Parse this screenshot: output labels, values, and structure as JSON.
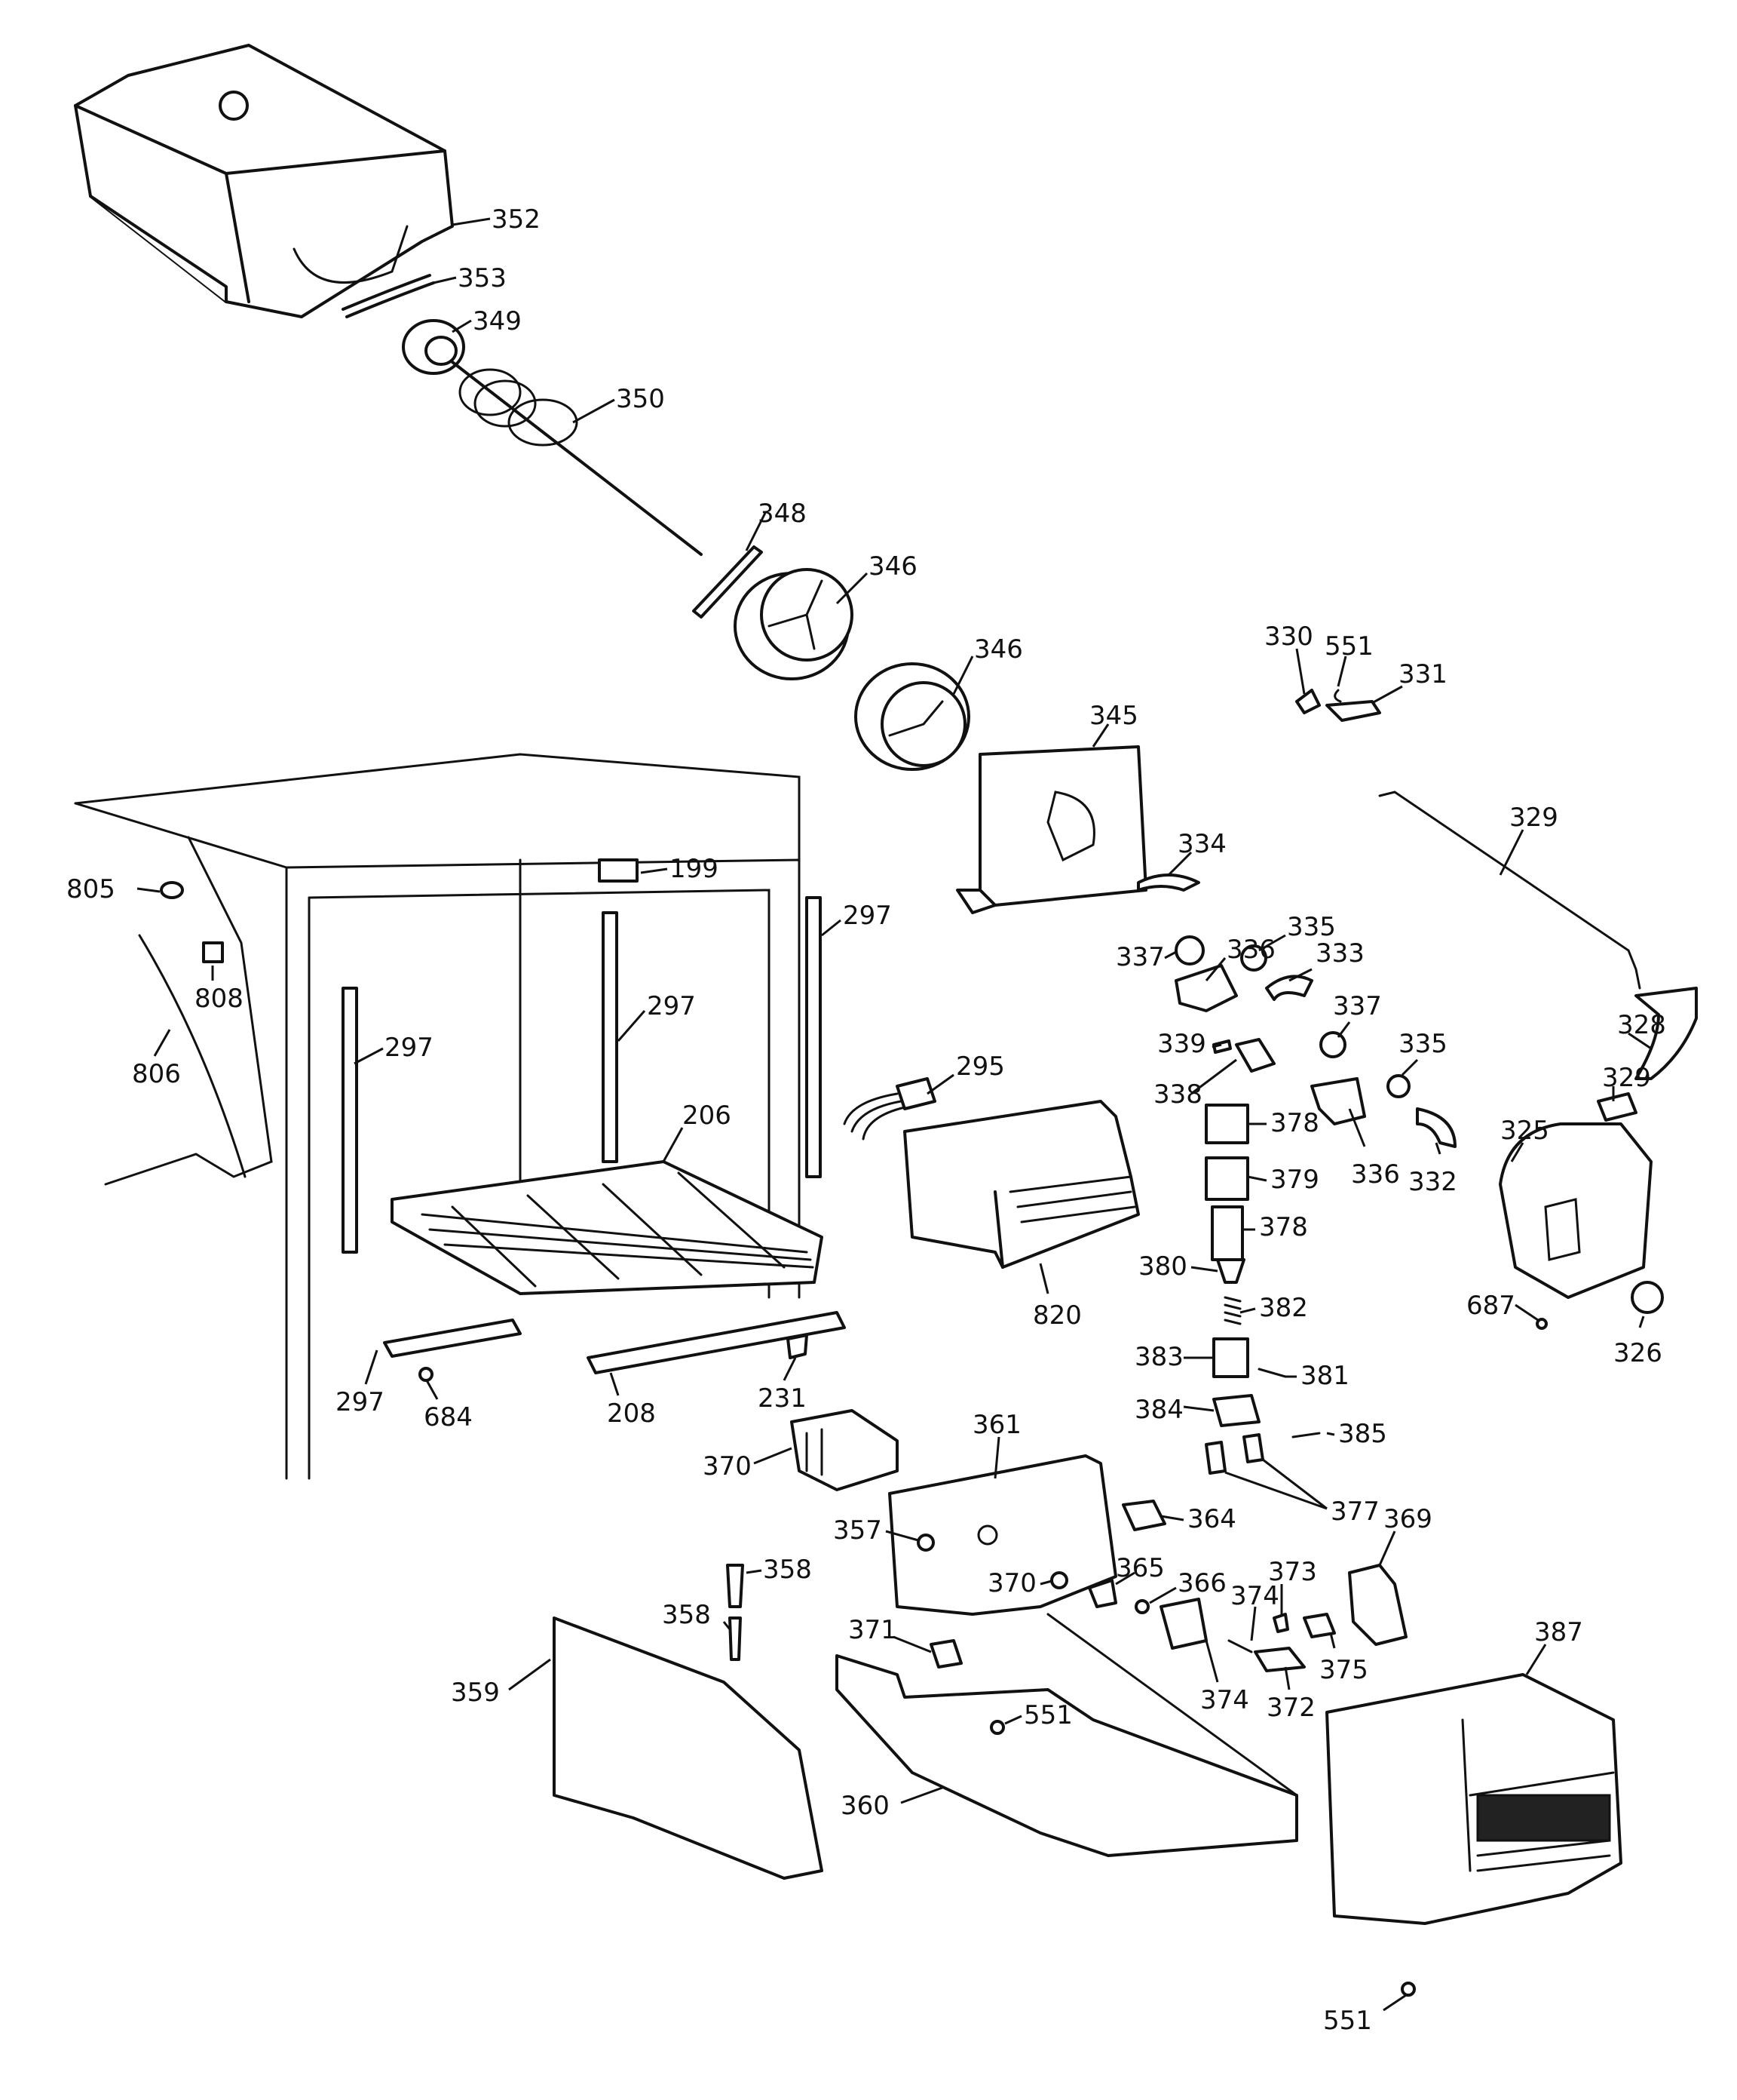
{
  "callouts": [
    {
      "id": "c352",
      "label": "352"
    },
    {
      "id": "c353",
      "label": "353"
    },
    {
      "id": "c349",
      "label": "349"
    },
    {
      "id": "c350",
      "label": "350"
    },
    {
      "id": "c348",
      "label": "348"
    },
    {
      "id": "c346a",
      "label": "346"
    },
    {
      "id": "c346b",
      "label": "346"
    },
    {
      "id": "c345",
      "label": "345"
    },
    {
      "id": "c330",
      "label": "330"
    },
    {
      "id": "c551a",
      "label": "551"
    },
    {
      "id": "c331",
      "label": "331"
    },
    {
      "id": "c329a",
      "label": "329"
    },
    {
      "id": "c334",
      "label": "334"
    },
    {
      "id": "c336a",
      "label": "336"
    },
    {
      "id": "c335a",
      "label": "335"
    },
    {
      "id": "c337a",
      "label": "337"
    },
    {
      "id": "c333",
      "label": "333"
    },
    {
      "id": "c337b",
      "label": "337"
    },
    {
      "id": "c328",
      "label": "328"
    },
    {
      "id": "c339",
      "label": "339"
    },
    {
      "id": "c338",
      "label": "338"
    },
    {
      "id": "c335b",
      "label": "335"
    },
    {
      "id": "c329b",
      "label": "329"
    },
    {
      "id": "c325",
      "label": "325"
    },
    {
      "id": "c378a",
      "label": "378"
    },
    {
      "id": "c379",
      "label": "379"
    },
    {
      "id": "c336b",
      "label": "336"
    },
    {
      "id": "c332",
      "label": "332"
    },
    {
      "id": "c378b",
      "label": "378"
    },
    {
      "id": "c380",
      "label": "380"
    },
    {
      "id": "c382",
      "label": "382"
    },
    {
      "id": "c687",
      "label": "687"
    },
    {
      "id": "c326",
      "label": "326"
    },
    {
      "id": "c383",
      "label": "383"
    },
    {
      "id": "c381",
      "label": "381"
    },
    {
      "id": "c384",
      "label": "384"
    },
    {
      "id": "c385",
      "label": "385"
    },
    {
      "id": "c377",
      "label": "377"
    },
    {
      "id": "c369",
      "label": "369"
    },
    {
      "id": "c364",
      "label": "364"
    },
    {
      "id": "c361",
      "label": "361"
    },
    {
      "id": "c370a",
      "label": "370"
    },
    {
      "id": "c357",
      "label": "357"
    },
    {
      "id": "c370b",
      "label": "370"
    },
    {
      "id": "c365",
      "label": "365"
    },
    {
      "id": "c366",
      "label": "366"
    },
    {
      "id": "c373",
      "label": "373"
    },
    {
      "id": "c374a",
      "label": "374"
    },
    {
      "id": "c375",
      "label": "375"
    },
    {
      "id": "c374b",
      "label": "374"
    },
    {
      "id": "c372",
      "label": "372"
    },
    {
      "id": "c387",
      "label": "387"
    },
    {
      "id": "c358a",
      "label": "358"
    },
    {
      "id": "c358b",
      "label": "358"
    },
    {
      "id": "c371",
      "label": "371"
    },
    {
      "id": "c551b",
      "label": "551"
    },
    {
      "id": "c359",
      "label": "359"
    },
    {
      "id": "c360",
      "label": "360"
    },
    {
      "id": "c551c",
      "label": "551"
    },
    {
      "id": "c199",
      "label": "199"
    },
    {
      "id": "c805",
      "label": "805"
    },
    {
      "id": "c808",
      "label": "808"
    },
    {
      "id": "c806",
      "label": "806"
    },
    {
      "id": "c297a",
      "label": "297"
    },
    {
      "id": "c297b",
      "label": "297"
    },
    {
      "id": "c297c",
      "label": "297"
    },
    {
      "id": "c297d",
      "label": "297"
    },
    {
      "id": "c295",
      "label": "295"
    },
    {
      "id": "c206",
      "label": "206"
    },
    {
      "id": "c820",
      "label": "820"
    },
    {
      "id": "c684",
      "label": "684"
    },
    {
      "id": "c208",
      "label": "208"
    },
    {
      "id": "c231",
      "label": "231"
    }
  ]
}
